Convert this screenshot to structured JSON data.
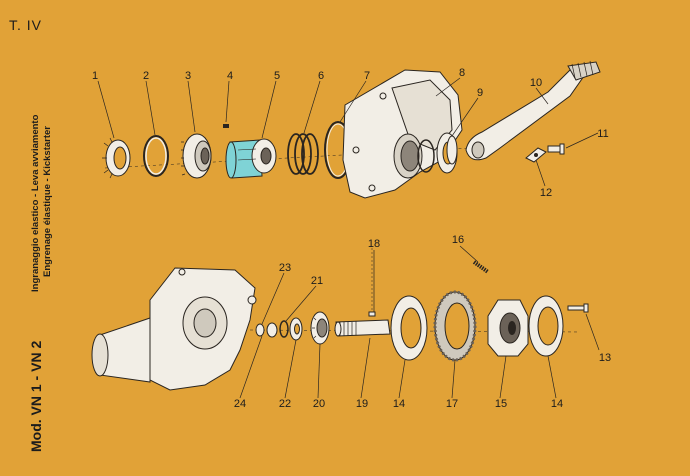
{
  "plate_label": "T. IV",
  "title_italian": "Ingranaggio elastico - Leva avviamento",
  "title_french": "Engrenage élastique - Kickstarter",
  "model_label": "Mod. VN 1  -  VN 2",
  "callouts": [
    "1",
    "2",
    "3",
    "4",
    "5",
    "6",
    "7",
    "8",
    "9",
    "10",
    "11",
    "12",
    "13",
    "14",
    "14",
    "15",
    "16",
    "17",
    "18",
    "19",
    "20",
    "21",
    "22",
    "23",
    "24"
  ],
  "colors": {
    "background": "#E1A237",
    "part_fill": "#F2EEE6",
    "highlight_part": "#7FD3D6",
    "line": "#2A2520"
  }
}
